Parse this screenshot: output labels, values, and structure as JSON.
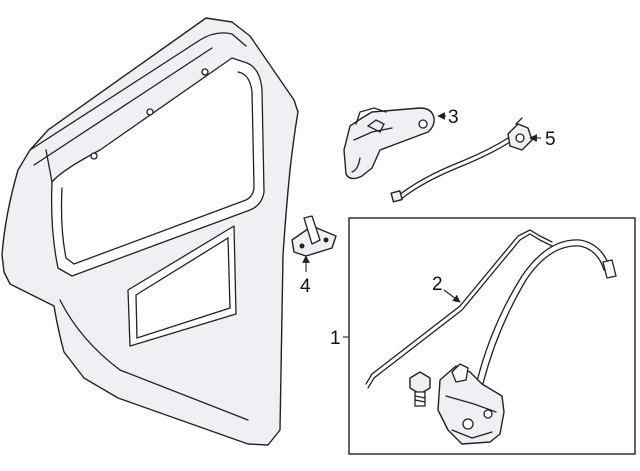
{
  "callouts": {
    "c1": "1",
    "c2": "2",
    "c3": "3",
    "c4": "4",
    "c5": "5"
  },
  "colors": {
    "outline": "#222222",
    "fill": "#eef0f3",
    "background": "#ffffff"
  }
}
